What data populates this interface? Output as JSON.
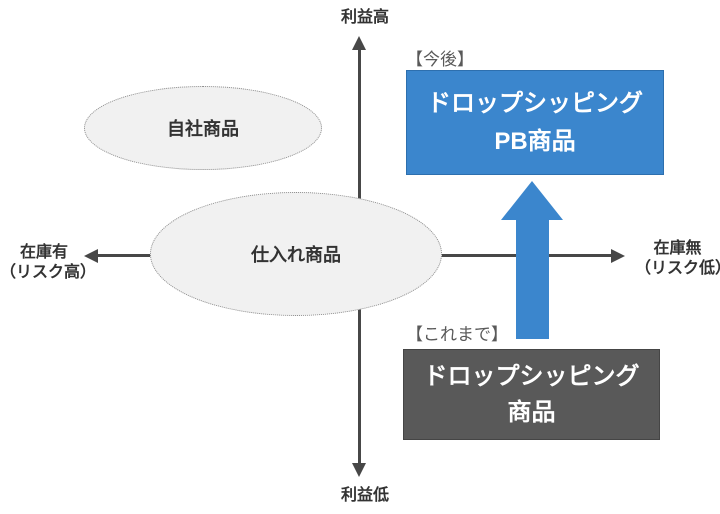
{
  "colors": {
    "accent_blue": "#3b86cd",
    "dark_gray_box": "#595959",
    "axis_color": "#474747",
    "ellipse_fill": "#f1f1f1",
    "ellipse_border": "#8a8a8a",
    "tag_text": "#595959",
    "dark_text": "#333333"
  },
  "axes": {
    "top_label": "利益高",
    "bottom_label": "利益低",
    "left_label_line1": "在庫有",
    "left_label_line2": "（リスク高）",
    "right_label_line1": "在庫無",
    "right_label_line2": "（リスク低）"
  },
  "ellipses": {
    "own_products": {
      "label": "自社商品"
    },
    "purchased_products": {
      "label": "仕入れ商品"
    }
  },
  "boxes": {
    "future": {
      "tag": "【今後】",
      "line1": "ドロップシッピング",
      "line2": "PB商品"
    },
    "past": {
      "tag": "【これまで】",
      "line1": "ドロップシッピング",
      "line2": "商品"
    }
  },
  "arrow": {
    "meaning": "transition-from-past-to-future",
    "direction": "up"
  }
}
